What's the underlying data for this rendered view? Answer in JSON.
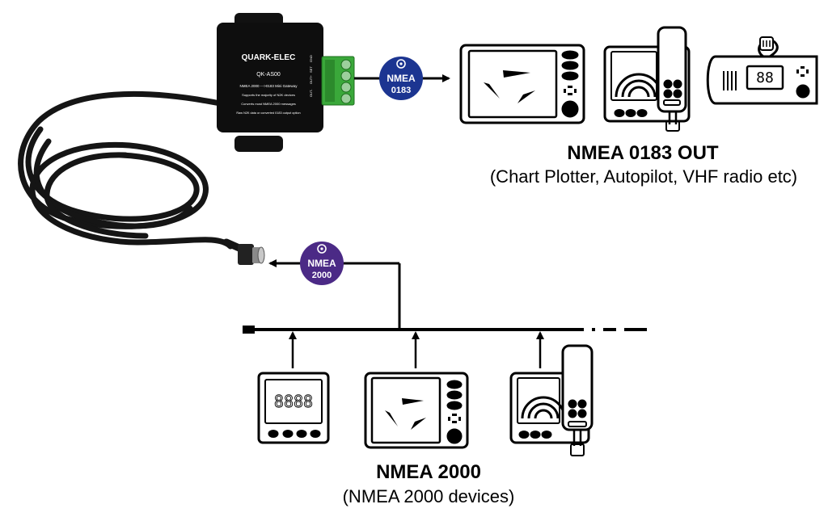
{
  "device": {
    "brand": "QUARK-ELEC",
    "model": "QK-AS00",
    "line1": "NMEA 2000 --->0183 Mini Gateway",
    "line2": "Supports the majority of N2K devices",
    "line3": "Converts most NMEA 2000 messages",
    "line4": "Raw N2K data or converted 0183 output option",
    "terminal_labels": [
      "OUT-",
      "OUT+",
      "SET",
      "GND"
    ]
  },
  "badges": {
    "nmea0183": {
      "line1": "NMEA",
      "line2": "0183",
      "color": "#1c3591"
    },
    "nmea2000": {
      "line1": "NMEA",
      "line2": "2000",
      "color": "#4b2a86"
    }
  },
  "labels": {
    "out_title": "NMEA 0183 OUT",
    "out_sub": "(Chart Plotter, Autopilot, VHF radio etc)",
    "n2k_title": "NMEA 2000",
    "n2k_sub": "(NMEA 2000 devices)"
  },
  "displays": {
    "digits": "8888",
    "vhf_digits": "88"
  },
  "icons": {
    "chart_plotter": "chart-plotter-icon",
    "vhf_radio": "vhf-radio-icon",
    "autopilot": "autopilot-icon",
    "instrument": "instrument-display-icon"
  }
}
